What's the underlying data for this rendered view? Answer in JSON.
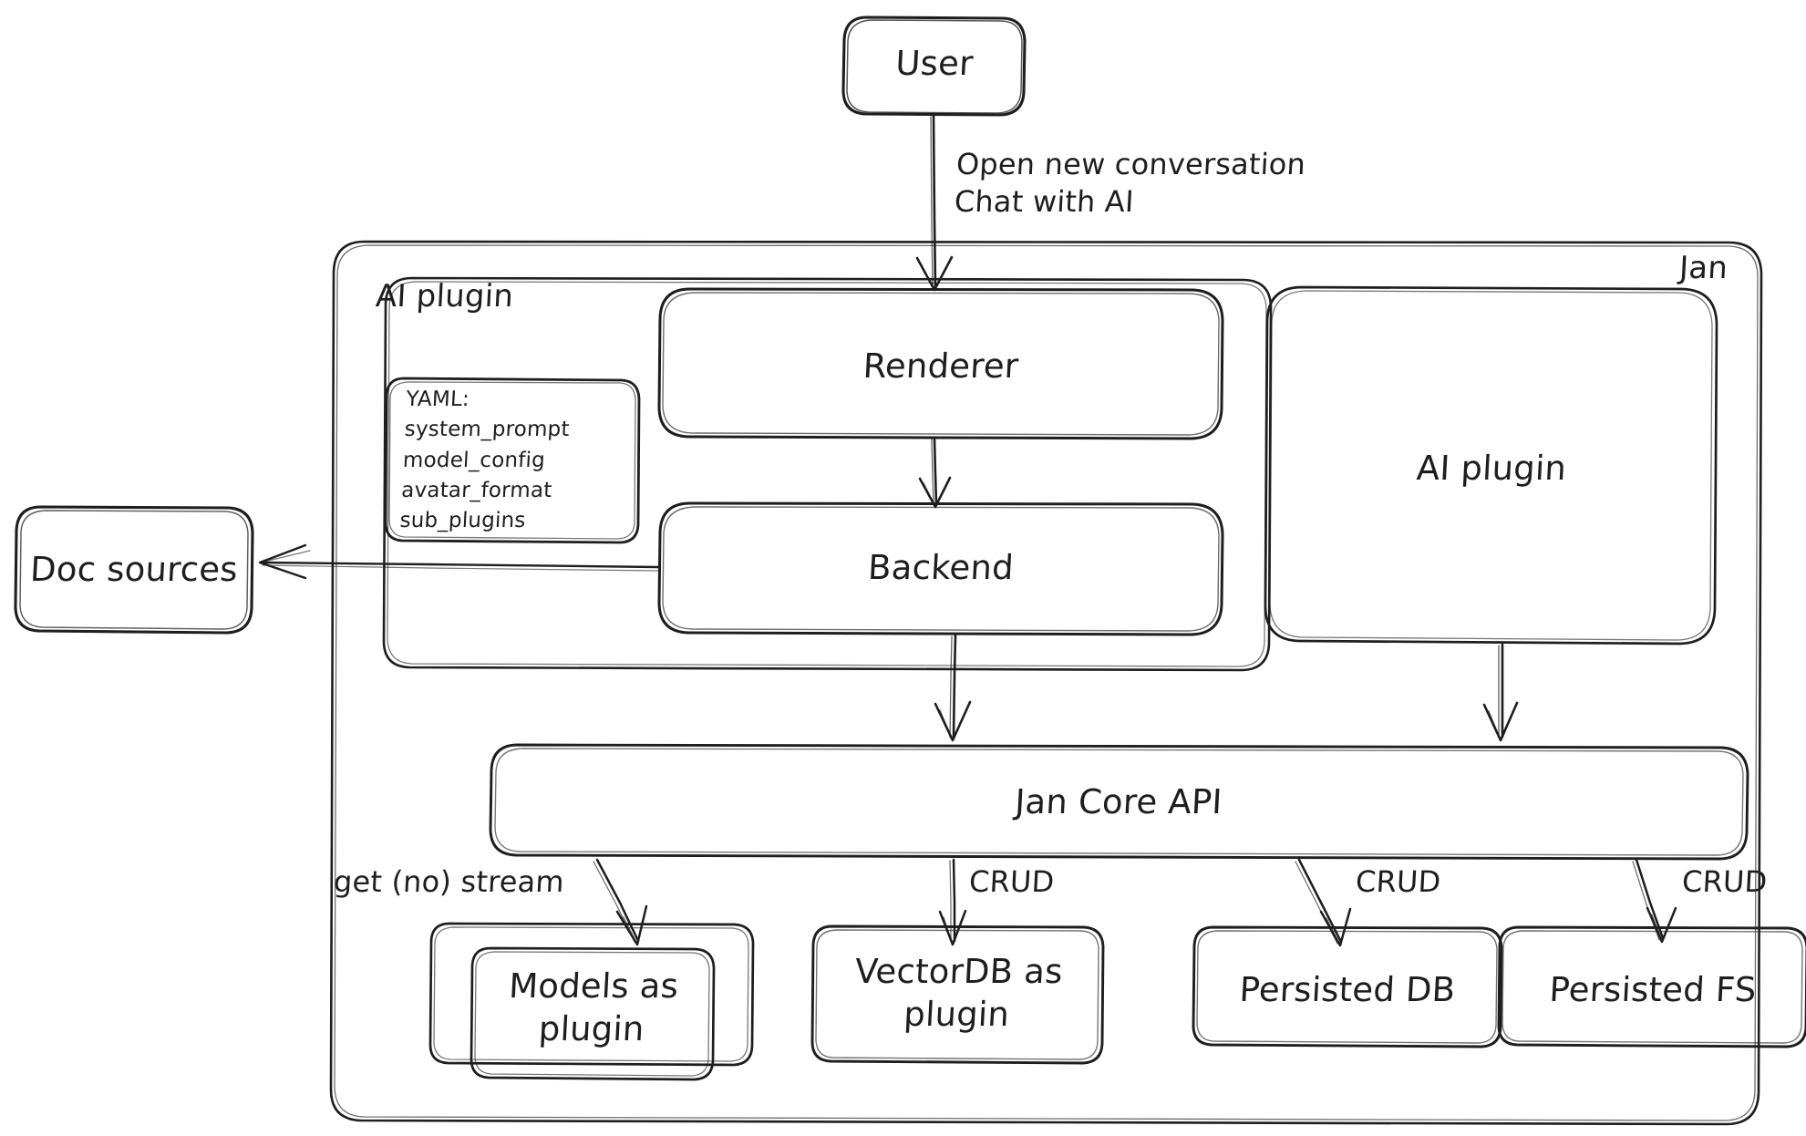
{
  "diagram": {
    "title": "Jan architecture diagram",
    "style": "hand-drawn",
    "stroke_color": "#1e1e1e",
    "background_color": "#ffffff"
  },
  "nodes": {
    "user": "User",
    "jan_container": "Jan",
    "ai_plugin_container": "AI plugin",
    "renderer": "Renderer",
    "backend": "Backend",
    "ai_plugin_box": "AI plugin",
    "doc_sources": "Doc sources",
    "jan_core_api": "Jan Core API",
    "models_plugin": "Models as\nplugin",
    "vectordb_plugin": "VectorDB as\nplugin",
    "persisted_db": "Persisted DB",
    "persisted_fs": "Persisted FS"
  },
  "yaml_box": {
    "header": "YAML:",
    "keys": [
      "system_prompt",
      "model_config",
      "avatar_format",
      "sub_plugins"
    ]
  },
  "edge_labels": {
    "user_to_renderer": "Open new conversation\nChat with AI",
    "core_to_models": "get (no) stream",
    "core_to_vectordb": "CRUD",
    "core_to_persisted_db": "CRUD",
    "core_to_persisted_fs": "CRUD"
  }
}
